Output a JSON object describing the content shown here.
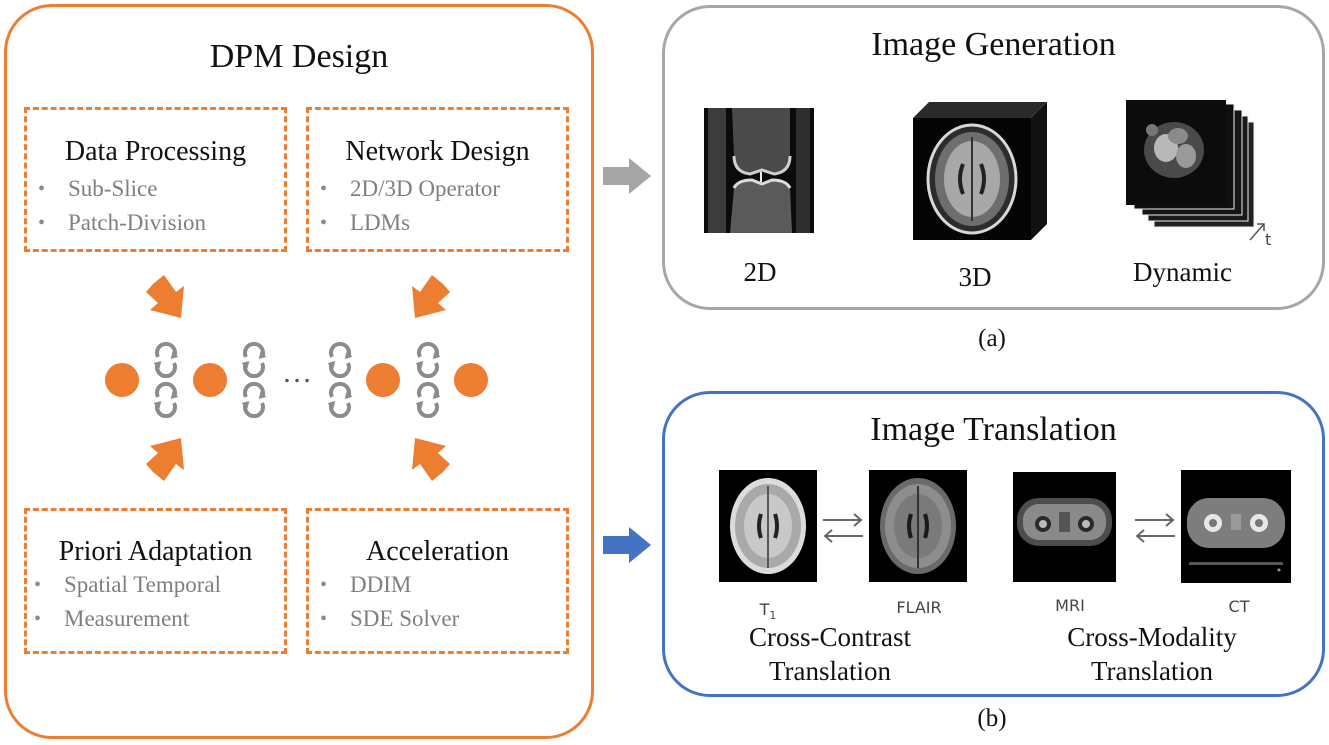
{
  "dpm": {
    "title": "DPM Design",
    "data_processing": {
      "title": "Data Processing",
      "items": [
        "Sub-Slice",
        "Patch-Division"
      ]
    },
    "network_design": {
      "title": "Network Design",
      "items": [
        "2D/3D Operator",
        "LDMs"
      ]
    },
    "priori_adaptation": {
      "title": "Priori Adaptation",
      "items": [
        "Spatial Temporal",
        "Measurement"
      ]
    },
    "acceleration": {
      "title": "Acceleration",
      "items": [
        "DDIM",
        "SDE Solver"
      ]
    },
    "ellipsis": "…"
  },
  "generation": {
    "title": "Image Generation",
    "labels": {
      "d2": "2D",
      "d3": "3D",
      "dynamic": "Dynamic"
    },
    "time_axis": "t",
    "caption": "(a)"
  },
  "translation": {
    "title": "Image Translation",
    "labels": {
      "t1": "T",
      "t1_sub": "1",
      "flair": "FLAIR",
      "mri": "MRI",
      "ct": "CT"
    },
    "cross_contrast": [
      "Cross-Contrast",
      "Translation"
    ],
    "cross_modality": [
      "Cross-Modality",
      "Translation"
    ],
    "caption": "(b)"
  },
  "colors": {
    "orange": "#ED7D31",
    "gray_border": "#A6A6A6",
    "blue_border": "#4472C4",
    "arrow_gray": "#A5A5A5",
    "arrow_blue": "#4472C4",
    "bullet_text": "#7F7F7F"
  },
  "icons": [
    "orange-down-arrow",
    "orange-up-arrow",
    "cycle-icon",
    "gray-right-arrow",
    "blue-right-arrow",
    "double-arrow-icon"
  ]
}
